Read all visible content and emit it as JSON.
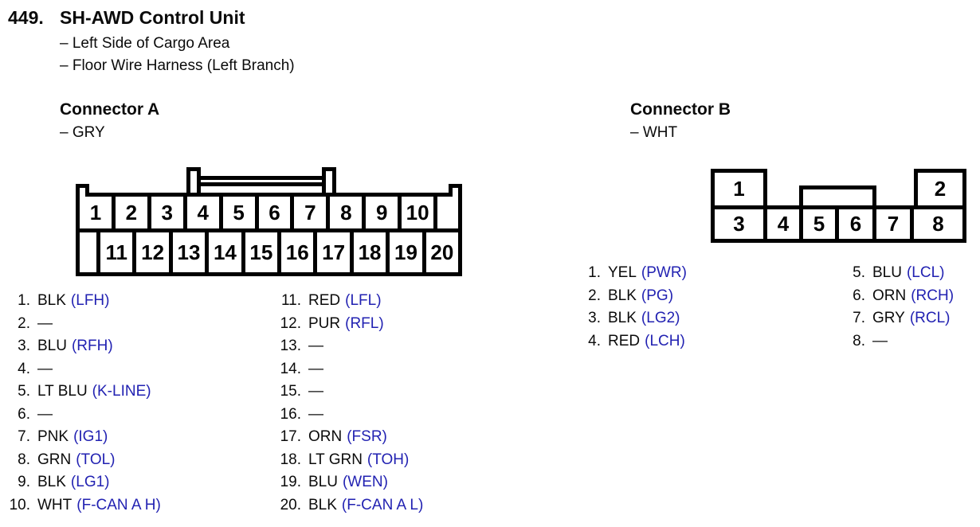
{
  "page": {
    "section_number": "449.",
    "title": "SH-AWD Control Unit",
    "location_lines": [
      "– Left Side of Cargo Area",
      "– Floor Wire Harness (Left Branch)"
    ]
  },
  "colors": {
    "wire_code_blue": "#2222b2",
    "diagram_line_black": "#000000"
  },
  "connector_a": {
    "title": "Connector A",
    "housing_color": "– GRY",
    "top_row_pins": [
      "1",
      "2",
      "3",
      "4",
      "5",
      "6",
      "7",
      "8",
      "9",
      "10"
    ],
    "bottom_row_pins": [
      "11",
      "12",
      "13",
      "14",
      "15",
      "16",
      "17",
      "18",
      "19",
      "20"
    ],
    "pin_list_col1": [
      {
        "num": "1.",
        "wire": "BLK",
        "code": "(LFH)"
      },
      {
        "num": "2.",
        "wire": "—",
        "code": ""
      },
      {
        "num": "3.",
        "wire": "BLU",
        "code": "(RFH)"
      },
      {
        "num": "4.",
        "wire": "—",
        "code": ""
      },
      {
        "num": "5.",
        "wire": "LT BLU",
        "code": "(K-LINE)"
      },
      {
        "num": "6.",
        "wire": "—",
        "code": ""
      },
      {
        "num": "7.",
        "wire": "PNK",
        "code": "(IG1)"
      },
      {
        "num": "8.",
        "wire": "GRN",
        "code": "(TOL)"
      },
      {
        "num": "9.",
        "wire": "BLK",
        "code": "(LG1)"
      },
      {
        "num": "10.",
        "wire": "WHT",
        "code": "(F-CAN A H)"
      }
    ],
    "pin_list_col2": [
      {
        "num": "11.",
        "wire": "RED",
        "code": "(LFL)"
      },
      {
        "num": "12.",
        "wire": "PUR",
        "code": "(RFL)"
      },
      {
        "num": "13.",
        "wire": "—",
        "code": ""
      },
      {
        "num": "14.",
        "wire": "—",
        "code": ""
      },
      {
        "num": "15.",
        "wire": "—",
        "code": ""
      },
      {
        "num": "16.",
        "wire": "—",
        "code": ""
      },
      {
        "num": "17.",
        "wire": "ORN",
        "code": "(FSR)"
      },
      {
        "num": "18.",
        "wire": "LT GRN",
        "code": "(TOH)"
      },
      {
        "num": "19.",
        "wire": "BLU",
        "code": "(WEN)"
      },
      {
        "num": "20.",
        "wire": "BLK",
        "code": "(F-CAN A L)"
      }
    ]
  },
  "connector_b": {
    "title": "Connector B",
    "housing_color": "– WHT",
    "top_left_pin": "1",
    "top_right_pin": "2",
    "bottom_row_pins": [
      "3",
      "4",
      "5",
      "6",
      "7",
      "8"
    ],
    "pin_list_col1": [
      {
        "num": "1.",
        "wire": "YEL",
        "code": "(PWR)"
      },
      {
        "num": "2.",
        "wire": "BLK",
        "code": "(PG)"
      },
      {
        "num": "3.",
        "wire": "BLK",
        "code": "(LG2)"
      },
      {
        "num": "4.",
        "wire": "RED",
        "code": "(LCH)"
      }
    ],
    "pin_list_col2": [
      {
        "num": "5.",
        "wire": "BLU",
        "code": "(LCL)"
      },
      {
        "num": "6.",
        "wire": "ORN",
        "code": "(RCH)"
      },
      {
        "num": "7.",
        "wire": "GRY",
        "code": "(RCL)"
      },
      {
        "num": "8.",
        "wire": "—",
        "code": ""
      }
    ]
  }
}
